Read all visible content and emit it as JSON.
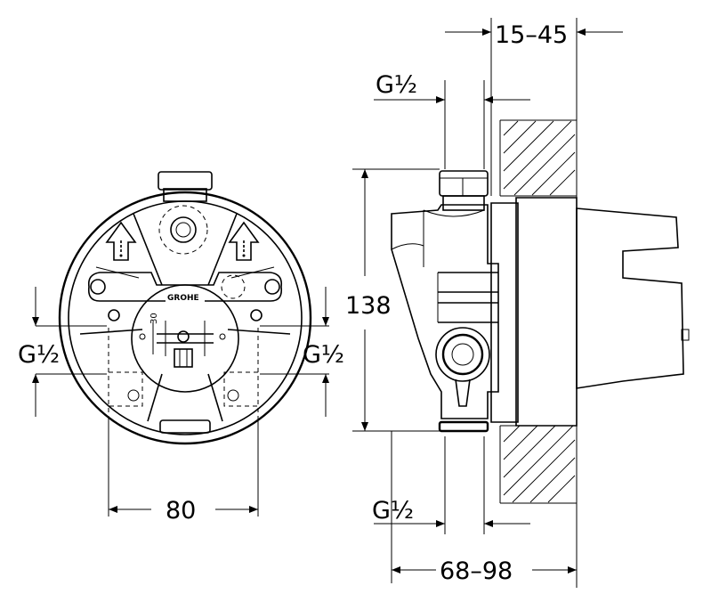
{
  "dimensions": {
    "wall_range": "15–45",
    "top_connection": "G½",
    "height": "138",
    "left_connection": "G½",
    "right_connection": "G½",
    "width": "80",
    "bottom_connection": "G½",
    "depth_range": "68–98",
    "small_offset": "30"
  },
  "logo": {
    "text": "GROHE"
  }
}
